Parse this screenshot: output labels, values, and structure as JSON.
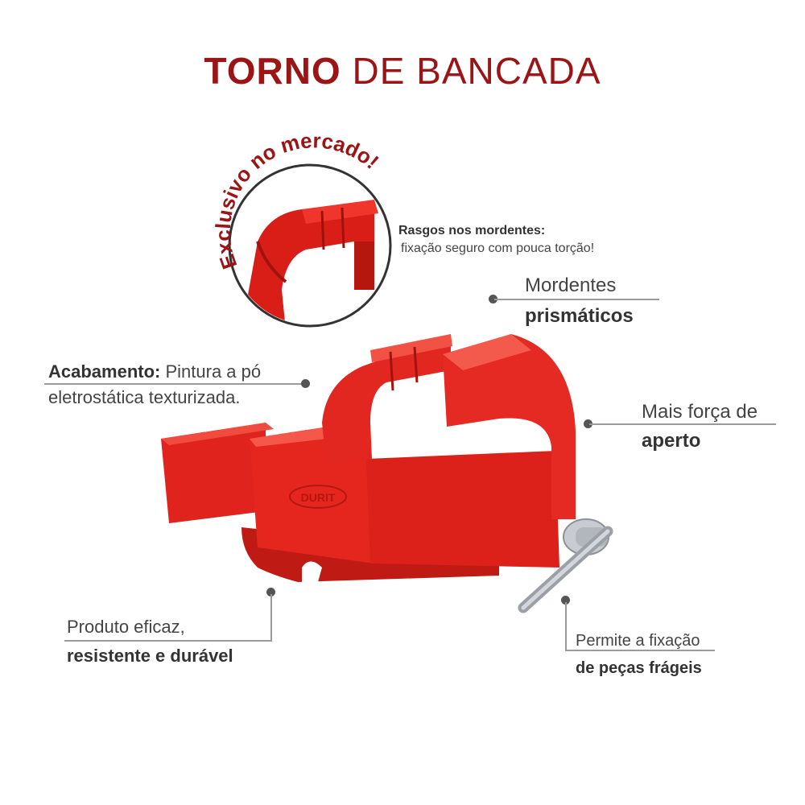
{
  "title": {
    "bold": "TORNO",
    "light": "DE BANCADA"
  },
  "badge": {
    "text": "Exclusivo no mercado!",
    "color": "#9b1416"
  },
  "callouts": {
    "rasgos": {
      "heading": "Rasgos nos mordentes:",
      "text": "fixação seguro com pouca torção!"
    },
    "mordentes": {
      "line1": "Mordentes",
      "line2": "prismáticos"
    },
    "acabamento": {
      "label": "Acabamento:",
      "text1": " Pintura a pó",
      "text2": "eletrostática texturizada."
    },
    "forca": {
      "line1": "Mais força de",
      "line2": "aperto"
    },
    "produto": {
      "line1": "Produto eficaz,",
      "line2": "resistente e durável"
    },
    "fixacao": {
      "line1": "Permite a fixação",
      "line2": "de peças frágeis"
    }
  },
  "product": {
    "name": "bench-vise",
    "stamp": "DURIT",
    "color": "#e0231c"
  },
  "colors": {
    "accent": "#9b1416",
    "vise_red": "#e0231c",
    "text": "#3a3a3a"
  }
}
